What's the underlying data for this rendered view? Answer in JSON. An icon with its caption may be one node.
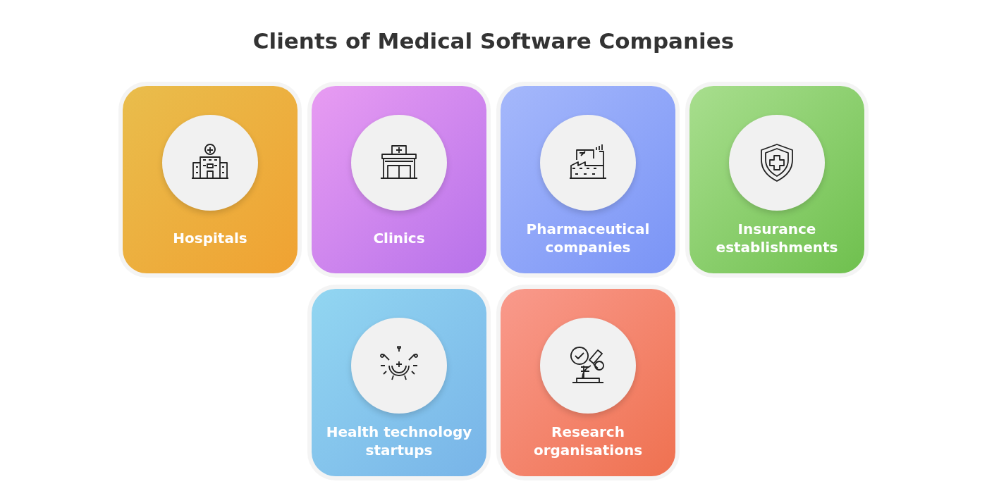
{
  "diagram": {
    "title": "Clients of Medical Software Companies",
    "nodes": [
      {
        "text": [
          "Hospitals"
        ]
      },
      {
        "text": [
          "Clinics"
        ]
      },
      {
        "text": [
          "Pharmaceutical companies"
        ]
      },
      {
        "text": [
          "Insurance establishments"
        ]
      },
      {
        "text": [
          "Health technology startups"
        ]
      },
      {
        "text": [
          "Research organisations"
        ]
      }
    ]
  }
}
